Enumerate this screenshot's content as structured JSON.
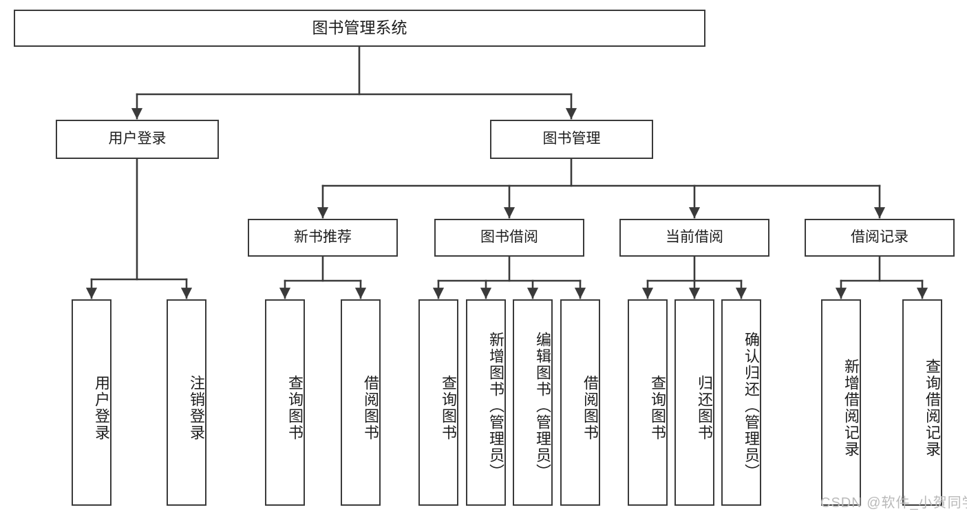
{
  "diagram": {
    "type": "tree",
    "title": "图书管理系统",
    "orientation": "top-down",
    "colors": {
      "box_stroke": "#3a3a3a",
      "box_fill": "#ffffff",
      "connector": "#3a3a3a",
      "text": "#1d1d1d",
      "watermark": "#b9b9b9"
    },
    "root": {
      "label": "图书管理系统"
    },
    "level2": [
      {
        "id": "user-login",
        "label": "用户登录"
      },
      {
        "id": "book-manage",
        "label": "图书管理"
      }
    ],
    "level3": [
      {
        "id": "new-book-recommend",
        "label": "新书推荐",
        "parent": "book-manage"
      },
      {
        "id": "book-borrow",
        "label": "图书借阅",
        "parent": "book-manage"
      },
      {
        "id": "current-borrow",
        "label": "当前借阅",
        "parent": "book-manage"
      },
      {
        "id": "borrow-record",
        "label": "借阅记录",
        "parent": "book-manage"
      }
    ],
    "leaves": [
      {
        "id": "leaf-user-login",
        "label": "用户登录",
        "parent": "user-login"
      },
      {
        "id": "leaf-logout",
        "label": "注销登录",
        "parent": "user-login"
      },
      {
        "id": "leaf-query-book-1",
        "label": "查询图书",
        "parent": "new-book-recommend"
      },
      {
        "id": "leaf-borrow-book-1",
        "label": "借阅图书",
        "parent": "new-book-recommend"
      },
      {
        "id": "leaf-query-book-2",
        "label": "查询图书",
        "parent": "book-borrow"
      },
      {
        "id": "leaf-add-book",
        "label": "新增图书（管理员）",
        "parent": "book-borrow"
      },
      {
        "id": "leaf-edit-book",
        "label": "编辑图书（管理员）",
        "parent": "book-borrow"
      },
      {
        "id": "leaf-borrow-book-2",
        "label": "借阅图书",
        "parent": "book-borrow"
      },
      {
        "id": "leaf-query-book-3",
        "label": "查询图书",
        "parent": "current-borrow"
      },
      {
        "id": "leaf-return-book",
        "label": "归还图书",
        "parent": "current-borrow"
      },
      {
        "id": "leaf-confirm-return",
        "label": "确认归还（管理员）",
        "parent": "current-borrow"
      },
      {
        "id": "leaf-add-record",
        "label": "新增借阅记录",
        "parent": "borrow-record"
      },
      {
        "id": "leaf-query-record",
        "label": "查询借阅记录",
        "parent": "borrow-record"
      }
    ]
  },
  "watermark": {
    "text": "CSDN @软件_小贺同学"
  }
}
